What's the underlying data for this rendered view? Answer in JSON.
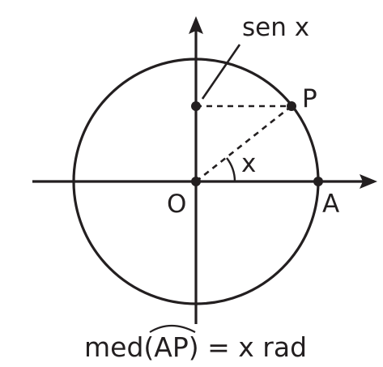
{
  "labels": {
    "sine": "sen x",
    "point_p": "P",
    "angle": "x",
    "origin": "O",
    "point_a": "A"
  },
  "caption": {
    "prefix": "med(",
    "arc": "AP",
    "suffix": ") = x rad"
  },
  "colors": {
    "ink": "#231f20",
    "background": "#ffffff"
  }
}
